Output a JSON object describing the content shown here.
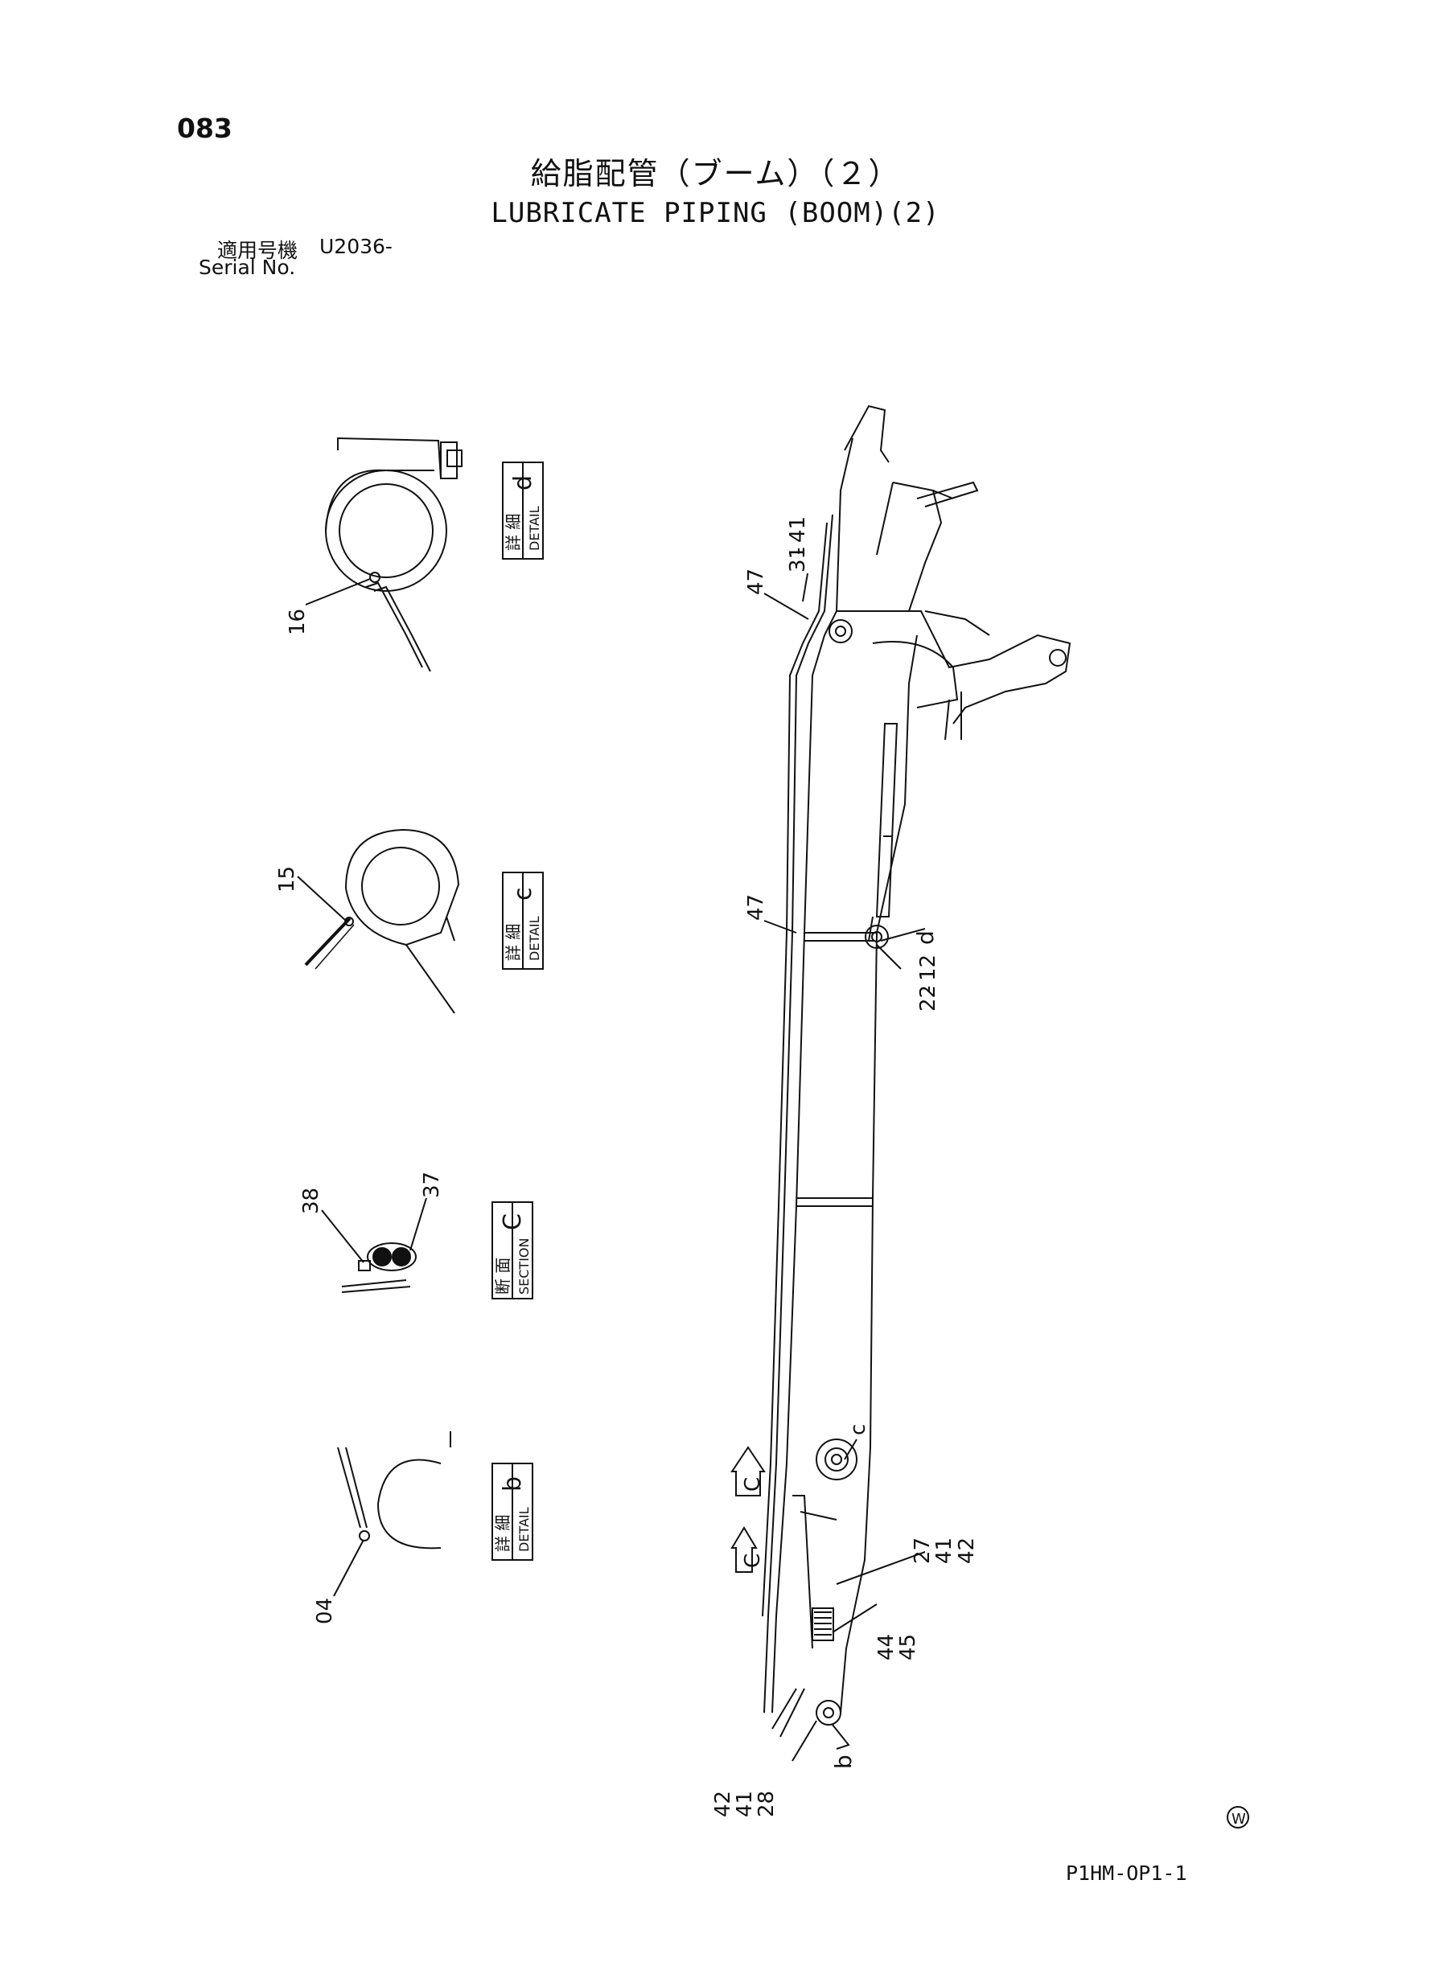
{
  "header": {
    "page_number": "083",
    "title_ja": "給脂配管（ブーム）（２）",
    "title_en": "LUBRICATE PIPING (BOOM)(2)",
    "serial_label_ja": "適用号機",
    "serial_value": "U2036-",
    "serial_label_en": "Serial No."
  },
  "details": [
    {
      "ja": "詳 細",
      "en": "DETAIL",
      "letter": "d",
      "part": "16"
    },
    {
      "ja": "詳 細",
      "en": "DETAIL",
      "letter": "c",
      "part": "15"
    },
    {
      "ja": "断 面",
      "en": "SECTION",
      "letter": "C",
      "parts": [
        "38",
        "37"
      ]
    },
    {
      "ja": "詳 細",
      "en": "DETAIL",
      "letter": "b",
      "part": "04"
    }
  ],
  "callouts": {
    "top": [
      "41",
      "31"
    ],
    "left_upper": "47",
    "left_mid": "47",
    "mid_right": [
      "12",
      "22"
    ],
    "detail_d": "d",
    "detail_c": "c",
    "section_c": "C",
    "lower_right": [
      "27",
      "41",
      "42"
    ],
    "lower_right2": [
      "44",
      "45"
    ],
    "bottom": [
      "42",
      "41",
      "28"
    ],
    "detail_b": "b"
  },
  "footer": {
    "mark": "W",
    "doc_id": "P1HM-OP1-1"
  }
}
